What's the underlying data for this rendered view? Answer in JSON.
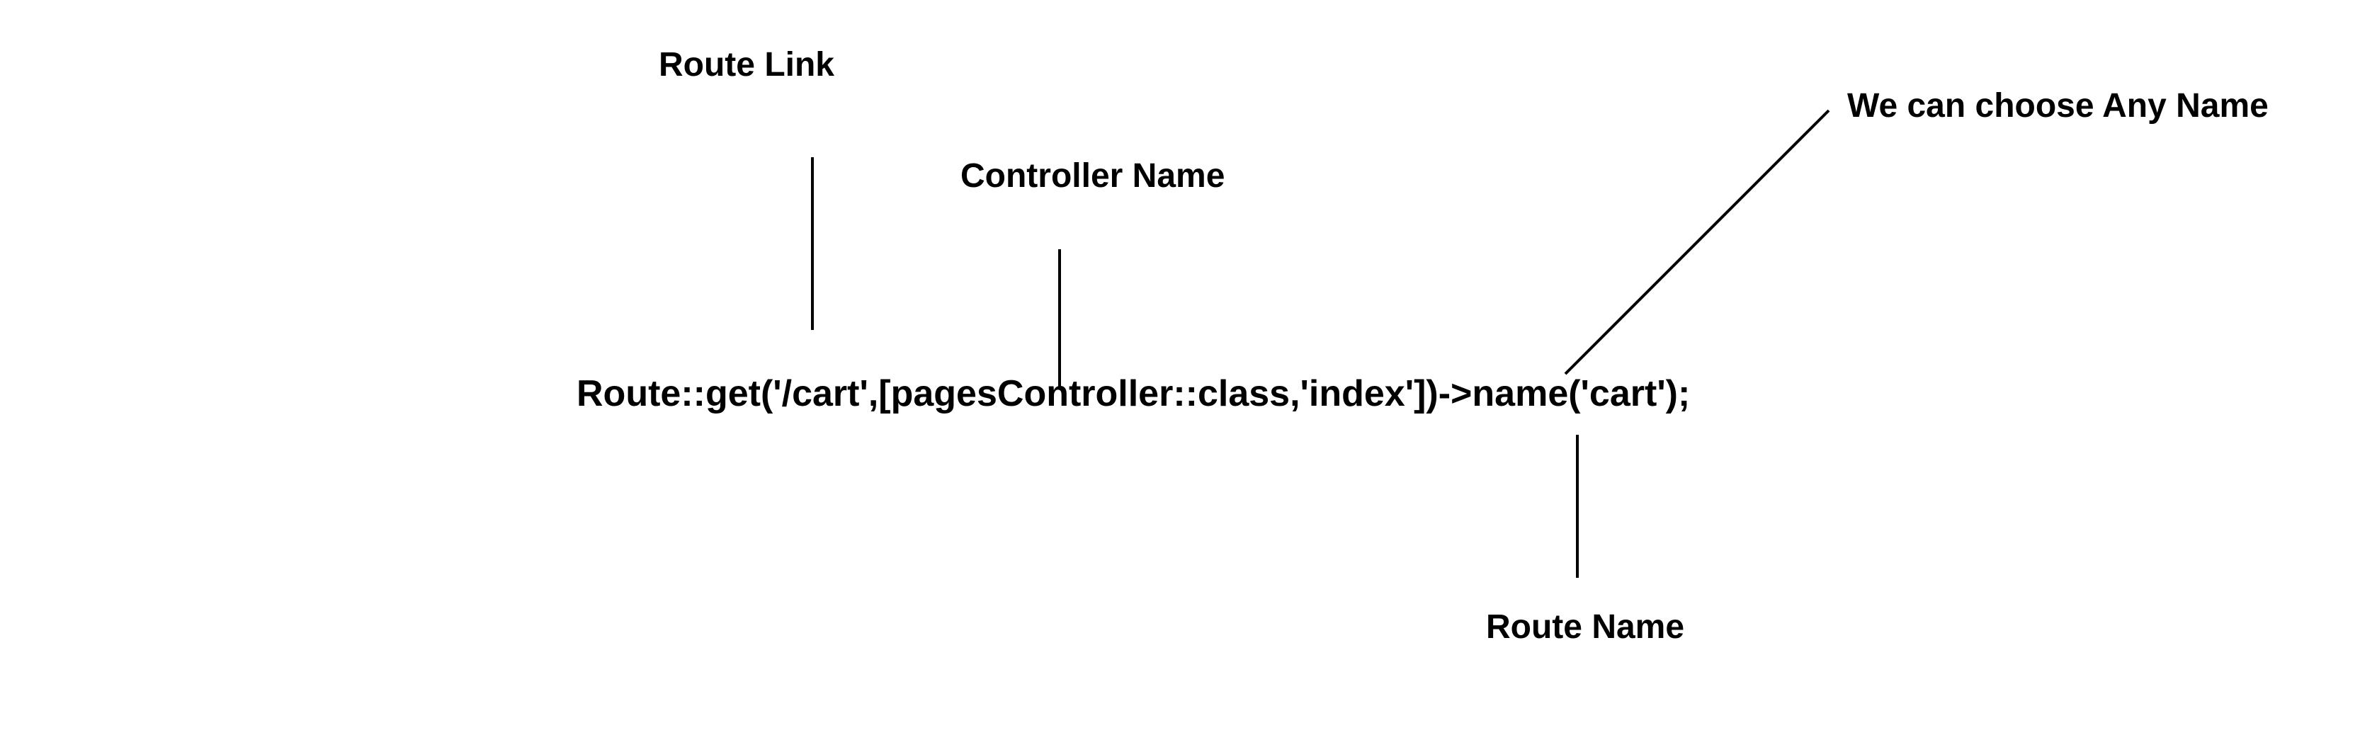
{
  "diagram": {
    "code": "Route::get('/cart',[pagesController::class,'index'])->name('cart');",
    "annotations": {
      "route_link": "Route Link",
      "controller_name": "Controller Name",
      "any_name": "We can choose Any Name",
      "route_name": "Route Name"
    },
    "colors": {
      "background": "#ffffff",
      "text": "#000000",
      "lines": "#000000"
    }
  }
}
